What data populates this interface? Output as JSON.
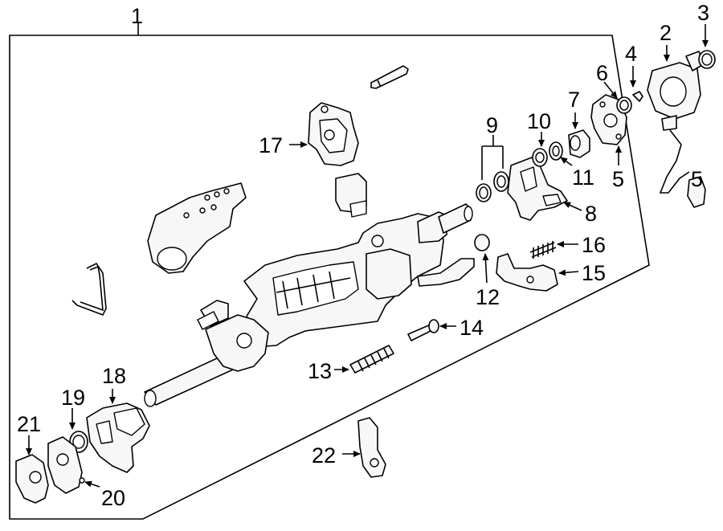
{
  "diagram": {
    "callouts": [
      {
        "id": "c1",
        "label": "1"
      },
      {
        "id": "c2",
        "label": "2"
      },
      {
        "id": "c3",
        "label": "3"
      },
      {
        "id": "c4",
        "label": "4"
      },
      {
        "id": "c5",
        "label": "5"
      },
      {
        "id": "c6",
        "label": "6"
      },
      {
        "id": "c7",
        "label": "7"
      },
      {
        "id": "c8",
        "label": "8"
      },
      {
        "id": "c9",
        "label": "9"
      },
      {
        "id": "c10",
        "label": "10"
      },
      {
        "id": "c11",
        "label": "11"
      },
      {
        "id": "c12",
        "label": "12"
      },
      {
        "id": "c13",
        "label": "13"
      },
      {
        "id": "c14",
        "label": "14"
      },
      {
        "id": "c15a",
        "label": "5"
      },
      {
        "id": "c15b",
        "label": "15"
      },
      {
        "id": "c16",
        "label": "16"
      },
      {
        "id": "c17",
        "label": "17"
      },
      {
        "id": "c18",
        "label": "18"
      },
      {
        "id": "c19",
        "label": "19"
      },
      {
        "id": "c20",
        "label": "20"
      },
      {
        "id": "c21",
        "label": "21"
      },
      {
        "id": "c22",
        "label": "22"
      }
    ]
  }
}
